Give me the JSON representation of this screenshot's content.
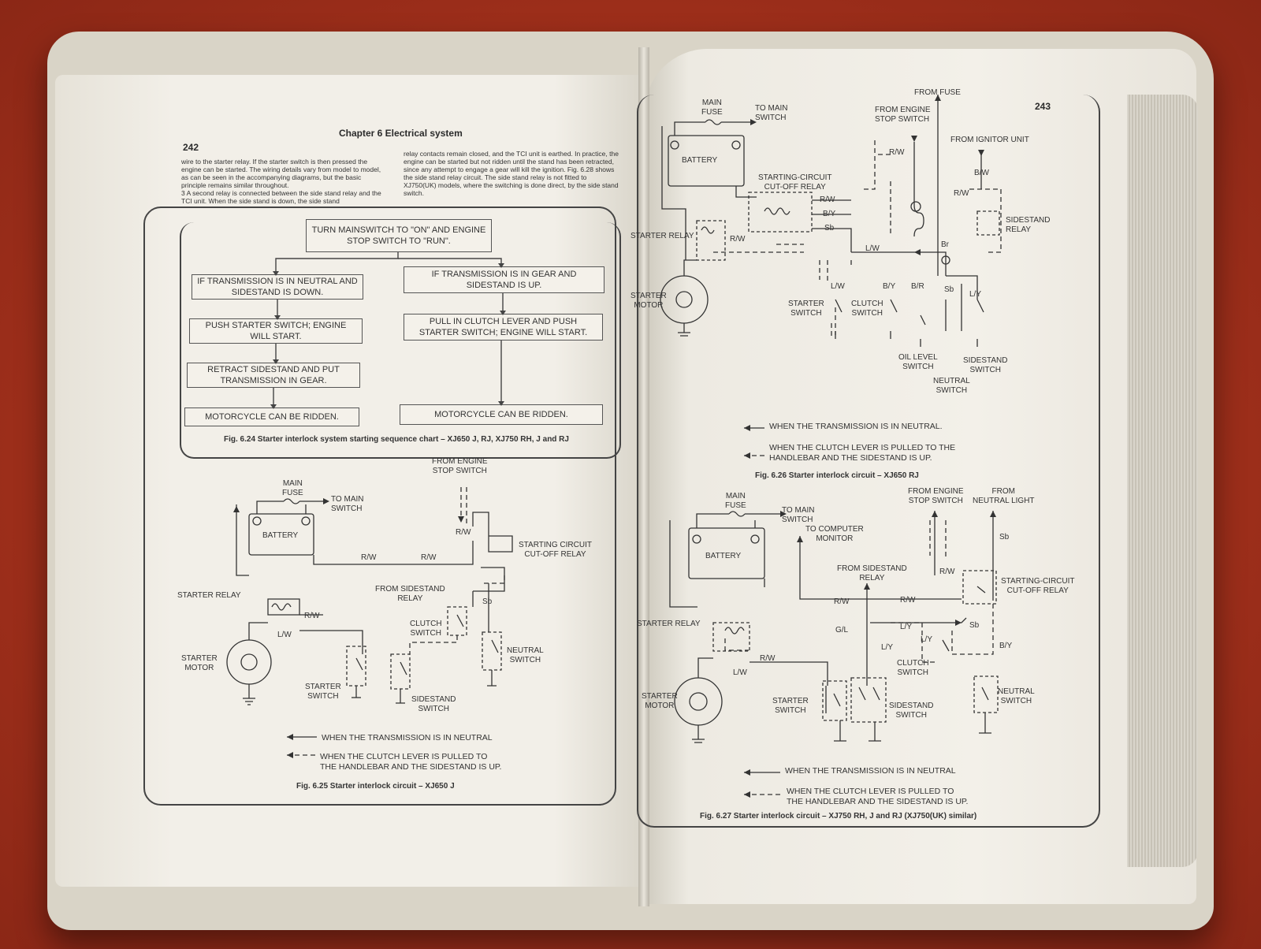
{
  "left_page": {
    "page_number": "242",
    "chapter": "Chapter 6  Electrical system",
    "body_col1": "wire to the starter relay. If the starter switch is then pressed the engine can be started. The wiring details vary from model to model, as can be seen in the accompanying diagrams, but the basic principle remains similar throughout.\n3   A second relay is connected between the side stand relay and the TCI unit. When the side stand is down, the side stand",
    "body_col2": "relay contacts remain closed, and the TCI unit is earthed. In practice, the engine can be started but not ridden until the stand has been retracted, since any attempt to engage a gear will kill the ignition. Fig. 6.28 shows the side stand relay circuit. The side stand relay is not fitted to XJ750(UK) models, where the switching is done direct, by the side stand switch.",
    "flowchart": {
      "start": "TURN MAINSWITCH TO \"ON\" AND ENGINE STOP SWITCH TO \"RUN\".",
      "left_branch": [
        "IF TRANSMISSION IS IN NEUTRAL AND SIDESTAND IS DOWN.",
        "PUSH STARTER SWITCH; ENGINE WILL START.",
        "RETRACT SIDESTAND AND PUT TRANSMISSION IN GEAR.",
        "MOTORCYCLE CAN BE RIDDEN."
      ],
      "right_branch": [
        "IF TRANSMISSION IS IN GEAR AND SIDESTAND IS UP.",
        "PULL IN CLUTCH LEVER AND PUSH STARTER SWITCH; ENGINE WILL START.",
        "MOTORCYCLE CAN BE RIDDEN."
      ],
      "caption": "Fig. 6.24 Starter interlock system starting sequence chart – XJ650 J, RJ, XJ750 RH, J and RJ"
    },
    "fig625": {
      "labels": {
        "from_engine_stop": "FROM ENGINE\nSTOP SWITCH",
        "main_fuse": "MAIN\nFUSE",
        "to_main_switch": "TO MAIN\nSWITCH",
        "battery": "BATTERY",
        "starting_relay": "STARTING CIRCUIT\nCUT-OFF RELAY",
        "starter_relay": "STARTER RELAY",
        "from_sidestand": "FROM SIDESTAND\nRELAY",
        "clutch_switch": "CLUTCH\nSWITCH",
        "neutral_switch": "NEUTRAL\nSWITCH",
        "starter_motor": "STARTER\nMOTOR",
        "starter_switch": "STARTER\nSWITCH",
        "sidestand_switch": "SIDESTAND\nSWITCH",
        "rw": "R/W",
        "lw": "L/W",
        "sb": "Sb"
      },
      "legend_solid": "WHEN THE TRANSMISSION IS IN NEUTRAL",
      "legend_dashed": "WHEN THE CLUTCH LEVER IS PULLED TO\nTHE HANDLEBAR AND THE SIDESTAND IS UP.",
      "caption": "Fig. 6.25 Starter interlock circuit – XJ650 J"
    }
  },
  "right_page": {
    "page_number": "243",
    "fig626": {
      "labels": {
        "from_fuse": "FROM FUSE",
        "main_fuse": "MAIN\nFUSE",
        "to_main_switch": "TO MAIN\nSWITCH",
        "from_engine_stop": "FROM ENGINE\nSTOP SWITCH",
        "from_ignitor": "FROM IGNITOR UNIT",
        "battery": "BATTERY",
        "starting_relay": "STARTING-CIRCUIT\nCUT-OFF RELAY",
        "starter_relay": "STARTER RELAY",
        "sidestand_relay": "SIDESTAND\nRELAY",
        "starter_motor": "STARTER\nMOTOR",
        "starter_switch": "STARTER\nSWITCH",
        "clutch_switch": "CLUTCH\nSWITCH",
        "oil_level": "OIL LEVEL\nSWITCH",
        "sidestand_switch": "SIDESTAND\nSWITCH",
        "neutral_switch": "NEUTRAL\nSWITCH",
        "rw": "R/W",
        "by": "B/Y",
        "sb": "Sb",
        "lw": "L/W",
        "br_wire": "B/R",
        "bw": "B/W",
        "brown": "Br",
        "ly": "L/Y"
      },
      "legend_solid": "WHEN THE TRANSMISSION IS IN NEUTRAL.",
      "legend_dashed": "WHEN THE CLUTCH LEVER IS PULLED TO THE\nHANDLEBAR AND THE SIDESTAND IS UP.",
      "caption": "Fig. 6.26 Starter interlock circuit – XJ650 RJ"
    },
    "fig627": {
      "labels": {
        "main_fuse": "MAIN\nFUSE",
        "to_main_switch": "TO MAIN\nSWITCH",
        "from_engine_stop": "FROM ENGINE\nSTOP SWITCH",
        "from_neutral_light": "FROM\nNEUTRAL LIGHT",
        "to_computer": "TO COMPUTER\nMONITOR",
        "battery": "BATTERY",
        "from_sidestand": "FROM SIDESTAND\nRELAY",
        "starting_relay": "STARTING-CIRCUIT\nCUT-OFF RELAY",
        "starter_relay": "STARTER RELAY",
        "starter_motor": "STARTER\nMOTOR",
        "starter_switch": "STARTER\nSWITCH",
        "sidestand_switch": "SIDESTAND\nSWITCH",
        "clutch_switch": "CLUTCH\nSWITCH",
        "neutral_switch": "NEUTRAL\nSWITCH",
        "rw": "R/W",
        "gl": "G/L",
        "lw": "L/W",
        "ly": "L/Y",
        "by": "B/Y",
        "sb": "Sb"
      },
      "legend_solid": "WHEN THE TRANSMISSION IS IN NEUTRAL",
      "legend_dashed": "WHEN THE CLUTCH LEVER IS PULLED TO\nTHE HANDLEBAR AND THE SIDESTAND IS UP.",
      "caption": "Fig. 6.27 Starter interlock circuit – XJ750 RH, J and RJ (XJ750(UK) similar)"
    }
  }
}
